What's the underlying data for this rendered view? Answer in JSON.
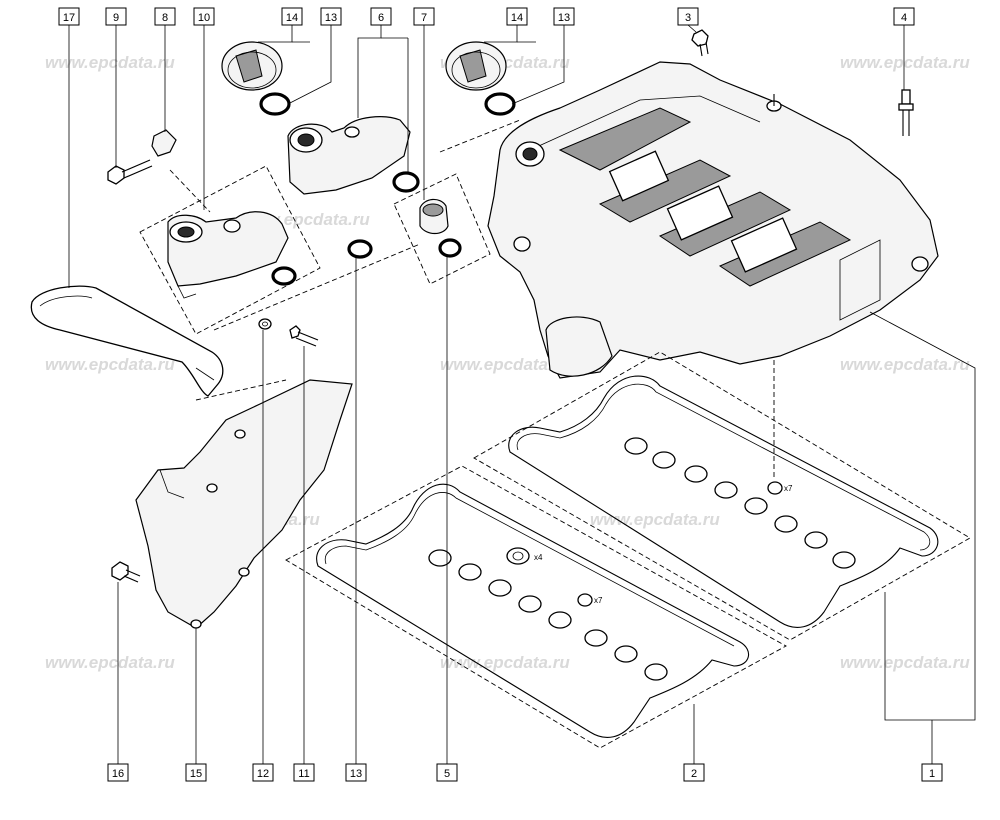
{
  "watermark_text": "www.epcdata.ru",
  "callouts": {
    "c17": "17",
    "c9": "9",
    "c8": "8",
    "c10": "10",
    "c14a": "14",
    "c13a": "13",
    "c6": "6",
    "c7": "7",
    "c14b": "14",
    "c13b": "13",
    "c3": "3",
    "c4": "4",
    "c16": "16",
    "c15": "15",
    "c12": "12",
    "c11": "11",
    "c13c": "13",
    "c5": "5",
    "c2": "2",
    "c1": "1"
  },
  "quantity_labels": {
    "x7_cover": "x7",
    "x4_seal": "x4",
    "x7_gasket": "x7"
  }
}
